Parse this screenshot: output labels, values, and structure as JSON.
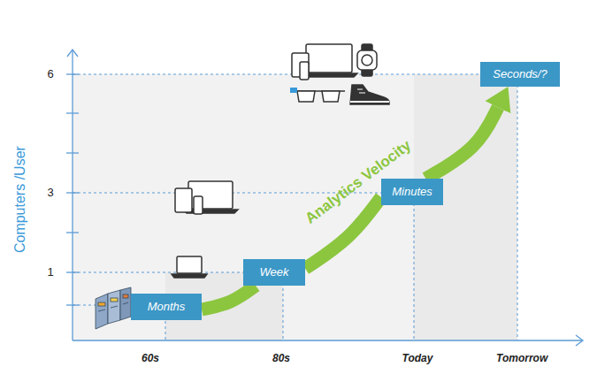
{
  "diagram": {
    "nodes": [
      {
        "text": [
          "Months"
        ]
      },
      {
        "text": [
          "Week"
        ]
      },
      {
        "text": [
          "Minutes"
        ]
      },
      {
        "text": [
          "Seconds/?"
        ]
      }
    ],
    "edges": [
      {
        "from": 0,
        "to": 1,
        "arrow": "none"
      },
      {
        "from": 1,
        "to": 2,
        "arrow": "none",
        "label": "Analytics Velocity"
      },
      {
        "from": 2,
        "to": 3,
        "arrow": "to"
      }
    ],
    "labels": [
      "6",
      "3",
      "1",
      "Computers /User",
      "60s",
      "80s",
      "Today",
      "Tomorrow"
    ]
  }
}
